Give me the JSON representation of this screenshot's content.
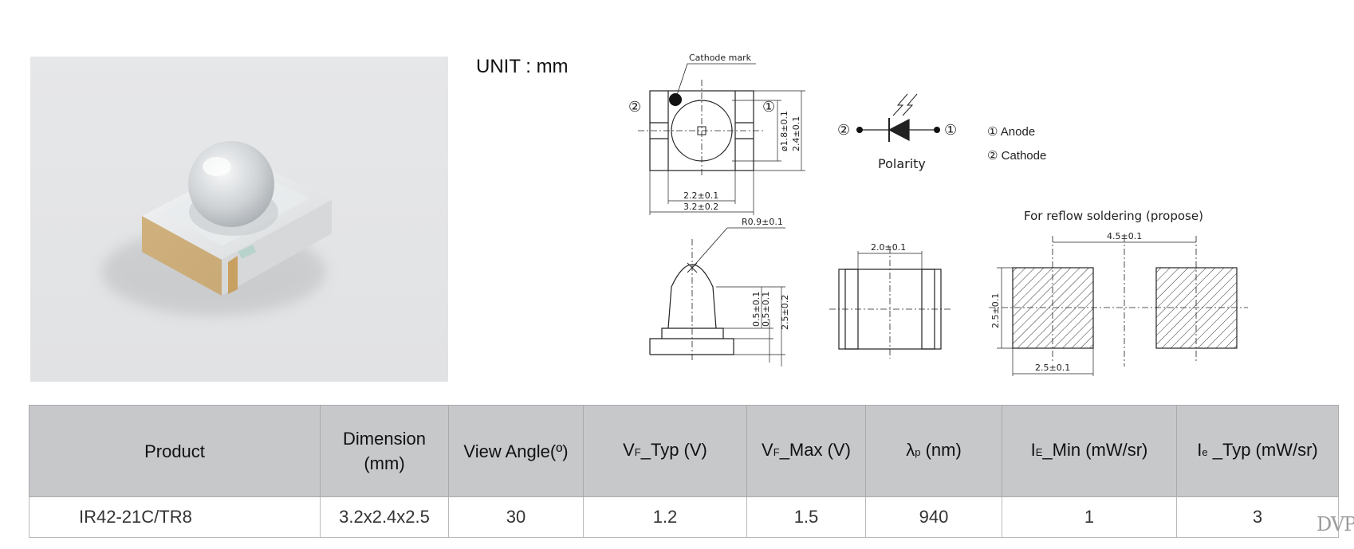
{
  "unit_label": "UNIT : mm",
  "drawing": {
    "top_view": {
      "cathode_mark": "Cathode mark",
      "pin2": "②",
      "pin1": "①",
      "dia": "ø1.8±0.1",
      "height": "2.4±0.1",
      "width_inner": "2.2±0.1",
      "width_outer": "3.2±0.2"
    },
    "polarity": {
      "label": "Polarity",
      "pin2": "②",
      "pin1": "①",
      "legend_anode": "① Anode",
      "legend_cathode": "② Cathode"
    },
    "side_view": {
      "radius": "R0.9±0.1",
      "d1": "0.5±0.1",
      "d2": "0.5±0.1",
      "total": "2.5±0.2"
    },
    "bottom_view": {
      "width": "2.0±0.1"
    },
    "reflow": {
      "title": "For reflow soldering (propose)",
      "pitch": "4.5±0.1",
      "pad_height": "2.5±0.1",
      "pad_width": "2.5±0.1"
    }
  },
  "table": {
    "headers": [
      {
        "main": "Product"
      },
      {
        "line1": "Dimension",
        "line2": "(mm)"
      },
      {
        "main": "View Angle(º)"
      },
      {
        "pre": "V",
        "sub": "F",
        "post": "_Typ (V)"
      },
      {
        "pre": "V",
        "sub": "F",
        "post": "_Max (V)"
      },
      {
        "pre": "λ",
        "sub": "p",
        "post": " (nm)"
      },
      {
        "pre": "I",
        "sub": "E",
        "post": "_Min (mW/sr)"
      },
      {
        "pre": "I",
        "sub": "e",
        "post": " _Typ (mW/sr)"
      }
    ],
    "row": [
      "IR42-21C/TR8",
      "3.2x2.4x2.5",
      "30",
      "1.2",
      "1.5",
      "940",
      "1",
      "3"
    ]
  },
  "watermark": "DVP"
}
